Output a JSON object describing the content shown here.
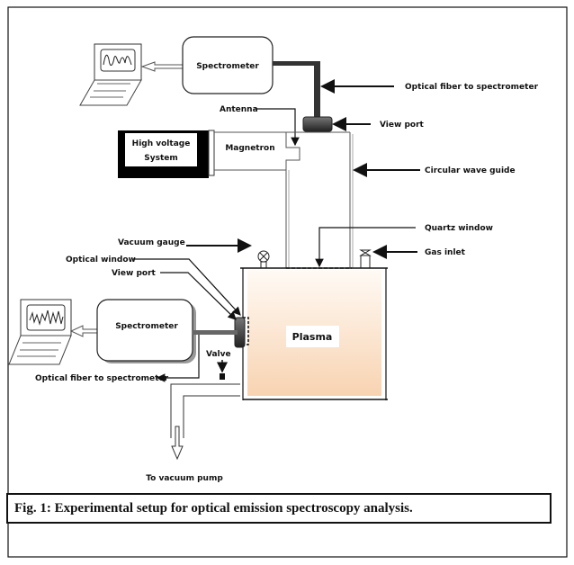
{
  "figure": {
    "caption": "Fig. 1: Experimental setup for optical emission spectroscopy analysis.",
    "colors": {
      "plasma_top": "#fffaf5",
      "plasma_bottom": "#f8d3b1",
      "line": "#111111",
      "gray": "#666666"
    }
  },
  "labels": {
    "spectrometer_top": "Spectrometer",
    "optical_fiber_top": "Optical fiber to spectrometer",
    "view_port_top": "View port",
    "antenna": "Antenna",
    "hv_line1": "High voltage",
    "hv_line2": "System",
    "magnetron": "Magnetron",
    "circular_wave_guide": "Circular wave guide",
    "quartz_window": "Quartz window",
    "gas_inlet": "Gas inlet",
    "vacuum_gauge": "Vacuum gauge",
    "optical_window": "Optical window",
    "view_port_side": "View port",
    "spectrometer_bottom": "Spectrometer",
    "plasma": "Plasma",
    "valve": "Valve",
    "optical_fiber_bottom": "Optical fiber to spectrometer",
    "to_vacuum_pump": "To vacuum pump"
  }
}
